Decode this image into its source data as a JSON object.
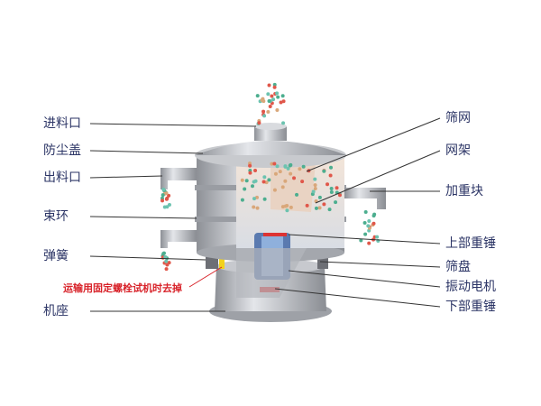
{
  "left_labels": [
    "进料口",
    "防尘盖",
    "出料口",
    "束环",
    "弹簧",
    "机座"
  ],
  "warning": "运输用固定螺栓试机时去掉",
  "right_labels": [
    "筛网",
    "网架",
    "加重块",
    "上部重锤",
    "筛盘",
    "振动电机",
    "下部重锤"
  ],
  "colors": {
    "label": "#2c3566",
    "warning": "#d8232a",
    "metal": "#b9bcc2"
  }
}
